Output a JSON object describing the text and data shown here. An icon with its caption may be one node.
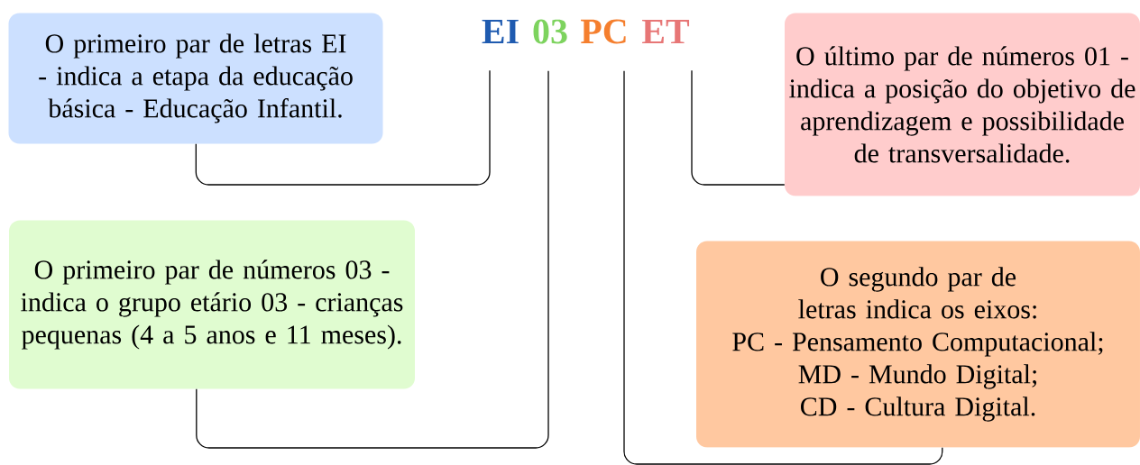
{
  "diagram": {
    "nodes": [
      {
        "text": [
          "O primeiro par de letras EI - indica a etapa da educação básica - Educação Infantil."
        ]
      },
      {
        "text": [
          "EI"
        ]
      },
      {
        "text": [
          "03"
        ]
      },
      {
        "text": [
          "PC"
        ]
      },
      {
        "text": [
          "ET"
        ]
      },
      {
        "text": [
          "O último par de números 01 - indica a posição do objetivo de aprendizagem e possibilidade de transversalidade."
        ]
      },
      {
        "text": [
          "O primeiro par de números 03 - indica o grupo etário 03 - crianças pequenas (4 a 5 anos e 11 meses)."
        ]
      },
      {
        "text": [
          "O segundo par de letras indica os eixos:",
          "PC - Pensamento Computacional;",
          "MD - Mundo Digital;",
          "CD - Cultura Digital."
        ]
      }
    ],
    "edges": [
      {
        "from": 1,
        "to": 0,
        "arrow": "none"
      },
      {
        "from": 2,
        "to": 6,
        "arrow": "none"
      },
      {
        "from": 3,
        "to": 7,
        "arrow": "none"
      },
      {
        "from": 4,
        "to": 5,
        "arrow": "none"
      }
    ]
  }
}
